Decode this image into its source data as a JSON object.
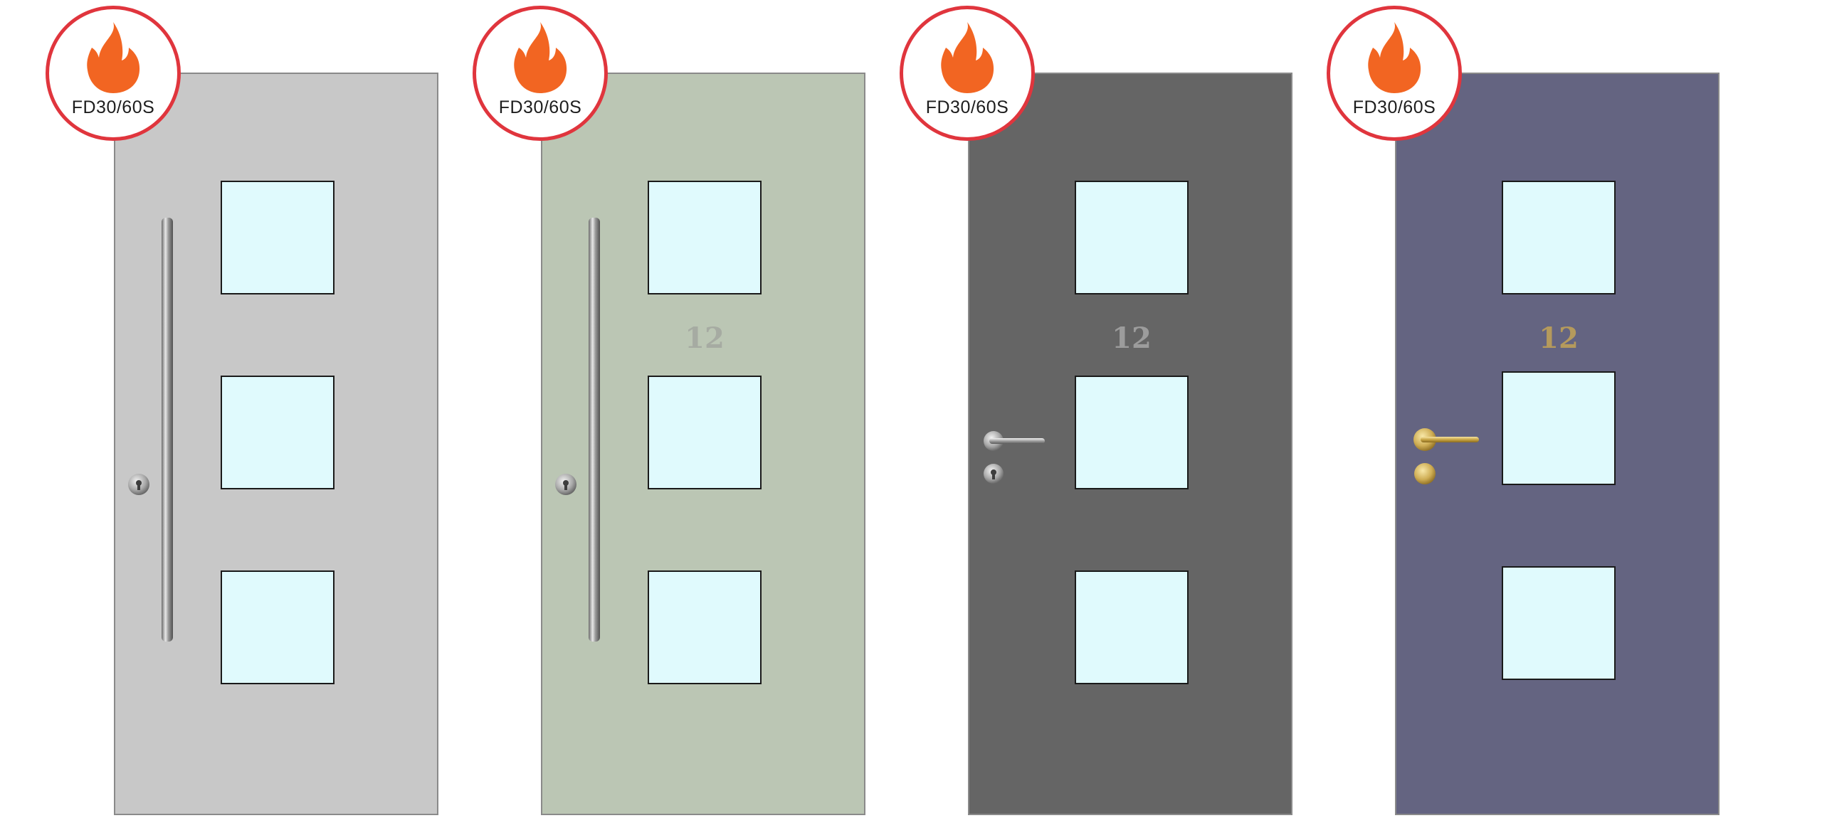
{
  "badge": {
    "label": "FD30/60S",
    "icon": "flame-icon",
    "ring_color": "#e0353d",
    "flame_color": "#f26522"
  },
  "doors": [
    {
      "id": "door-1",
      "panel_color": "#c8c8c8",
      "house_number": "",
      "number_color": "",
      "hardware": "pull-bar",
      "hardware_finish": "stainless"
    },
    {
      "id": "door-2",
      "panel_color": "#bbc6b4",
      "house_number": "12",
      "number_color": "#a6aba2",
      "hardware": "pull-bar",
      "hardware_finish": "stainless"
    },
    {
      "id": "door-3",
      "panel_color": "#656565",
      "house_number": "12",
      "number_color": "#9c9c9c",
      "hardware": "lever-handle",
      "hardware_finish": "stainless"
    },
    {
      "id": "door-4",
      "panel_color": "#646481",
      "house_number": "12",
      "number_color": "#b59a5c",
      "hardware": "lever-handle",
      "hardware_finish": "brass"
    }
  ]
}
